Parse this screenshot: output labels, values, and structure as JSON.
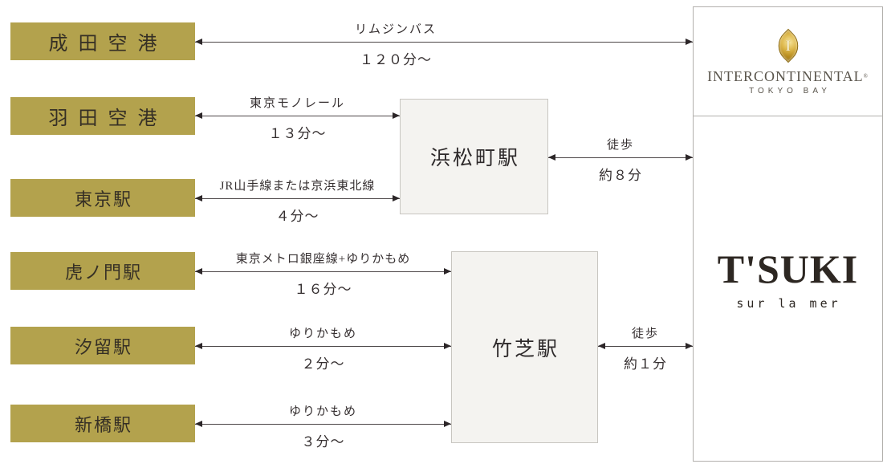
{
  "origin_stations": [
    {
      "label": "成田空港"
    },
    {
      "label": "羽田空港"
    },
    {
      "label": "東京駅"
    },
    {
      "label": "虎ノ門駅"
    },
    {
      "label": "汐留駅"
    },
    {
      "label": "新橋駅"
    }
  ],
  "transfer_stations": [
    {
      "label": "浜松町駅"
    },
    {
      "label": "竹芝駅"
    }
  ],
  "routes": [
    {
      "from": "成田空港",
      "to": "INTERCONTINENTAL TOKYO BAY / T'SUKI sur la mer",
      "via": "リムジンバス",
      "duration": "１２０分〜"
    },
    {
      "from": "羽田空港",
      "to": "浜松町駅",
      "via": "東京モノレール",
      "duration": "１３分〜"
    },
    {
      "from": "東京駅",
      "to": "浜松町駅",
      "via": "JR山手線または京浜東北線",
      "duration": "４分〜"
    },
    {
      "from": "浜松町駅",
      "to": "INTERCONTINENTAL TOKYO BAY / T'SUKI sur la mer",
      "via": "徒歩",
      "duration": "約８分"
    },
    {
      "from": "虎ノ門駅",
      "to": "竹芝駅",
      "via": "東京メトロ銀座線+ゆりかもめ",
      "duration": "１６分〜"
    },
    {
      "from": "汐留駅",
      "to": "竹芝駅",
      "via": "ゆりかもめ",
      "duration": "２分〜"
    },
    {
      "from": "新橋駅",
      "to": "竹芝駅",
      "via": "ゆりかもめ",
      "duration": "３分〜"
    },
    {
      "from": "竹芝駅",
      "to": "INTERCONTINENTAL TOKYO BAY / T'SUKI sur la mer",
      "via": "徒歩",
      "duration": "約１分"
    }
  ],
  "hotels": {
    "intercontinental": {
      "monogram": "I",
      "name": "INTERCONTINENTAL",
      "trademark": "®",
      "location": "TOKYO BAY"
    },
    "tsuki": {
      "name": "T'SUKI",
      "tagline": "sur la mer"
    }
  },
  "colors": {
    "origin_box_gold": "#b3a24d",
    "transfer_box_bg": "#f4f3f0",
    "transfer_box_border": "#c8c6c1",
    "arrow_line": "#4c4647",
    "text_dark": "#352f30",
    "intercontinental_logo": "#5a554c",
    "tsuki_logo": "#2d2722",
    "icon_gold": "#ddb74a"
  }
}
